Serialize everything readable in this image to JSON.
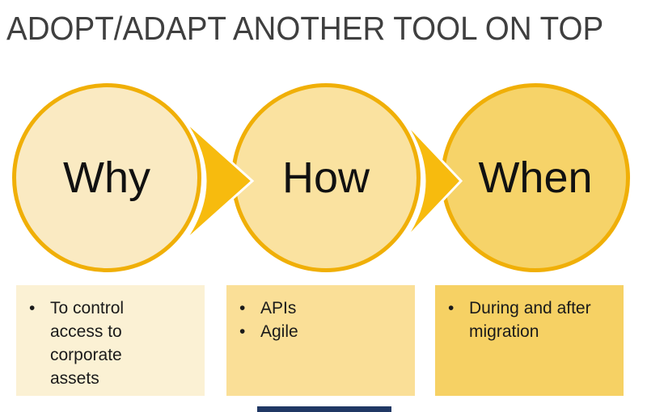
{
  "slide": {
    "title": "ADOPT/ADAPT ANOTHER TOOL ON TOP",
    "bullet_char": "•",
    "steps": [
      {
        "label": "Why",
        "bullets": [
          "To control access to corporate assets"
        ]
      },
      {
        "label": "How",
        "bullets": [
          "APIs",
          "Agile"
        ]
      },
      {
        "label": "When",
        "bullets": [
          "During and after migration"
        ]
      }
    ],
    "colors": {
      "accent_gold": "#F7BB0E",
      "circle_border": "#F0AF07",
      "circle_fills": [
        "#FAEAC2",
        "#FAE2A0",
        "#F6D369"
      ],
      "box_fills": [
        "#FBF1D4",
        "#FADF97",
        "#F6D164"
      ],
      "title_text": "#3F3F3F",
      "body_text": "#1A1A1A",
      "footer_bar": "#203864"
    }
  }
}
